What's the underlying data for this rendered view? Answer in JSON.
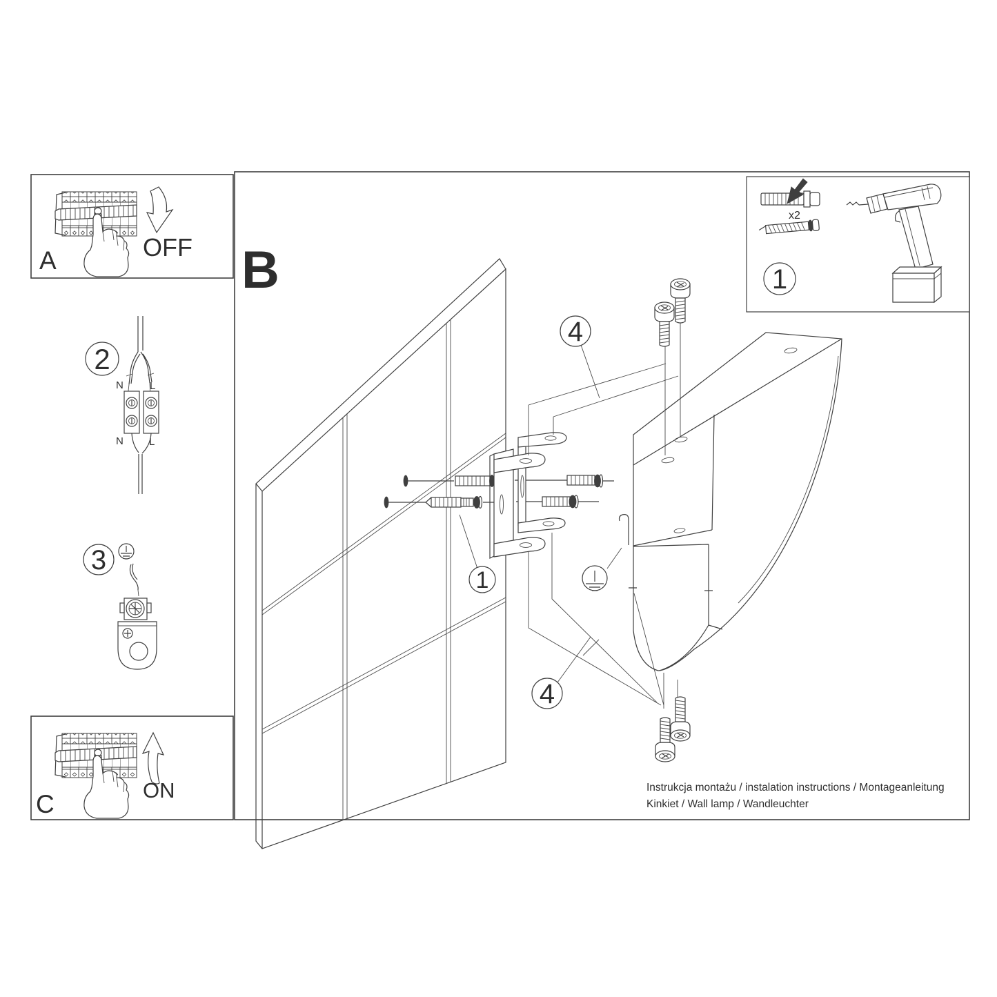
{
  "colors": {
    "background": "#ffffff",
    "line": "#3f3f3f",
    "text": "#2e2e2e"
  },
  "panel_a": {
    "label": "A",
    "state": "OFF"
  },
  "panel_c": {
    "label": "C",
    "state": "ON"
  },
  "section_b": {
    "label": "B"
  },
  "step2": {
    "number": "2",
    "wire_labels": {
      "top_n": "N",
      "top_l": "L",
      "bottom_n": "N",
      "bottom_l": "L"
    }
  },
  "step3": {
    "number": "3"
  },
  "tools_box": {
    "number": "1",
    "quantity": "x2"
  },
  "diagram": {
    "bracket_callout": "1",
    "screws_top_callout": "4",
    "screws_bottom_callout": "4"
  },
  "footer": {
    "line1": "Instrukcja montażu / instalation instructions / Montageanleitung",
    "line2": "Kinkiet / Wall lamp / Wandleuchter"
  },
  "icons": {
    "ground_symbol": "⏚",
    "off_arrow": "curved-arrow-down",
    "on_arrow": "curved-arrow-up",
    "quantity_arrow": "solid-arrow-into-plug"
  }
}
